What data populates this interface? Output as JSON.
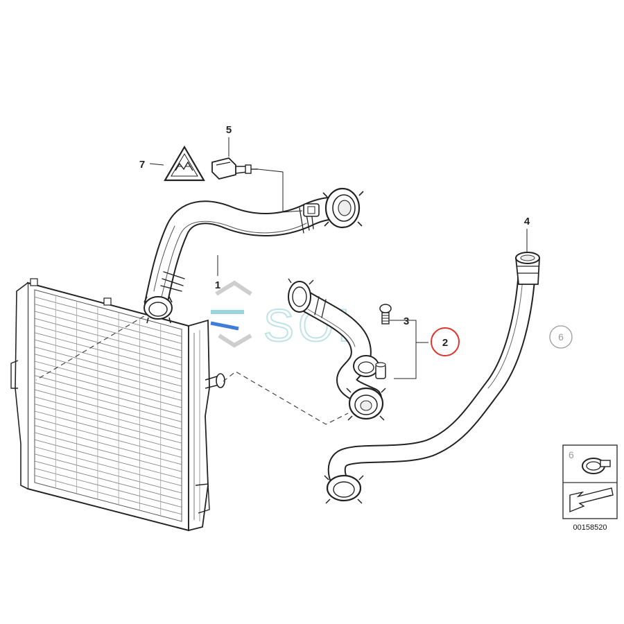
{
  "labels": {
    "part_1": "1",
    "part_2": "2",
    "part_3": "3",
    "part_4": "4",
    "part_5": "5",
    "part_6": "6",
    "part_7": "7"
  },
  "inset": {
    "number": "6"
  },
  "reference_number": "00158520",
  "watermark": {
    "text": "SOL"
  },
  "colors": {
    "highlight": "#e0342c",
    "line": "#222222",
    "watermark": "#b9dfe6"
  }
}
